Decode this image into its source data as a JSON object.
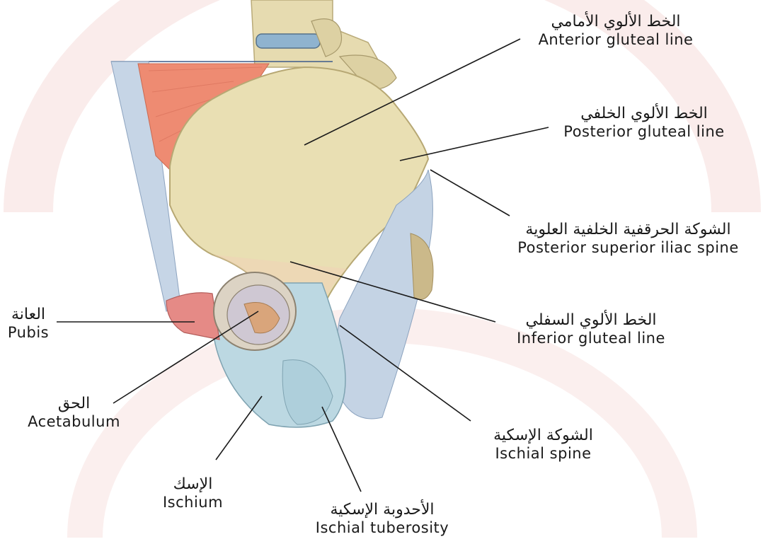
{
  "colors": {
    "bone": "#e9dfb3",
    "bone_shade": "#d8cb95",
    "ischium_blue": "#bcd8e2",
    "muscle_red": "#ec8a70",
    "ligament": "#c8d6e4",
    "pubis_pink": "#e58a86",
    "leader_line": "#1a1a1a",
    "watermark": "#f6d9d6"
  },
  "labels": [
    {
      "id": "anterior-gluteal-line",
      "ar": "الخط الألوي الأمامي",
      "en": "Anterior gluteal line"
    },
    {
      "id": "posterior-gluteal-line",
      "ar": "الخط الألوي الخلفي",
      "en": "Posterior gluteal line"
    },
    {
      "id": "posterior-superior-iliac-spine",
      "ar": "الشوكة الحرقفية الخلفية العلوية",
      "en": "Posterior superior iliac spine"
    },
    {
      "id": "inferior-gluteal-line",
      "ar": "الخط الألوي السفلي",
      "en": "Inferior gluteal line"
    },
    {
      "id": "pubis",
      "ar": "العانة",
      "en": "Pubis"
    },
    {
      "id": "acetabulum",
      "ar": "الحق",
      "en": "Acetabulum"
    },
    {
      "id": "ischium",
      "ar": "الإسك",
      "en": "Ischium"
    },
    {
      "id": "ischial-tuberosity",
      "ar": "الأحدوبة الإسكية",
      "en": "Ischial tuberosity"
    },
    {
      "id": "ischial-spine",
      "ar": "الشوكة الإسكية",
      "en": "Ischial spine"
    }
  ]
}
